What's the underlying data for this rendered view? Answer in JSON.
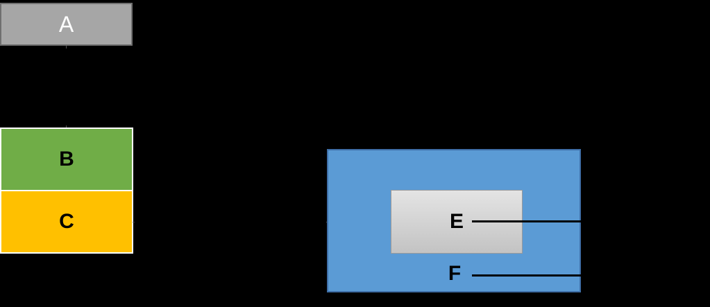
{
  "nodes": {
    "a": {
      "label": "A"
    },
    "b": {
      "label": "B"
    },
    "c": {
      "label": "C"
    },
    "e": {
      "label": "E"
    },
    "f": {
      "label": "F"
    }
  },
  "colors": {
    "a_fill": "#a6a6a6",
    "b_fill": "#70ad47",
    "c_fill": "#ffc000",
    "outer_fill": "#5b9bd5",
    "e_fill_top": "#e4e4e4",
    "e_fill_bottom": "#c3c3c3",
    "background": "#000000"
  }
}
